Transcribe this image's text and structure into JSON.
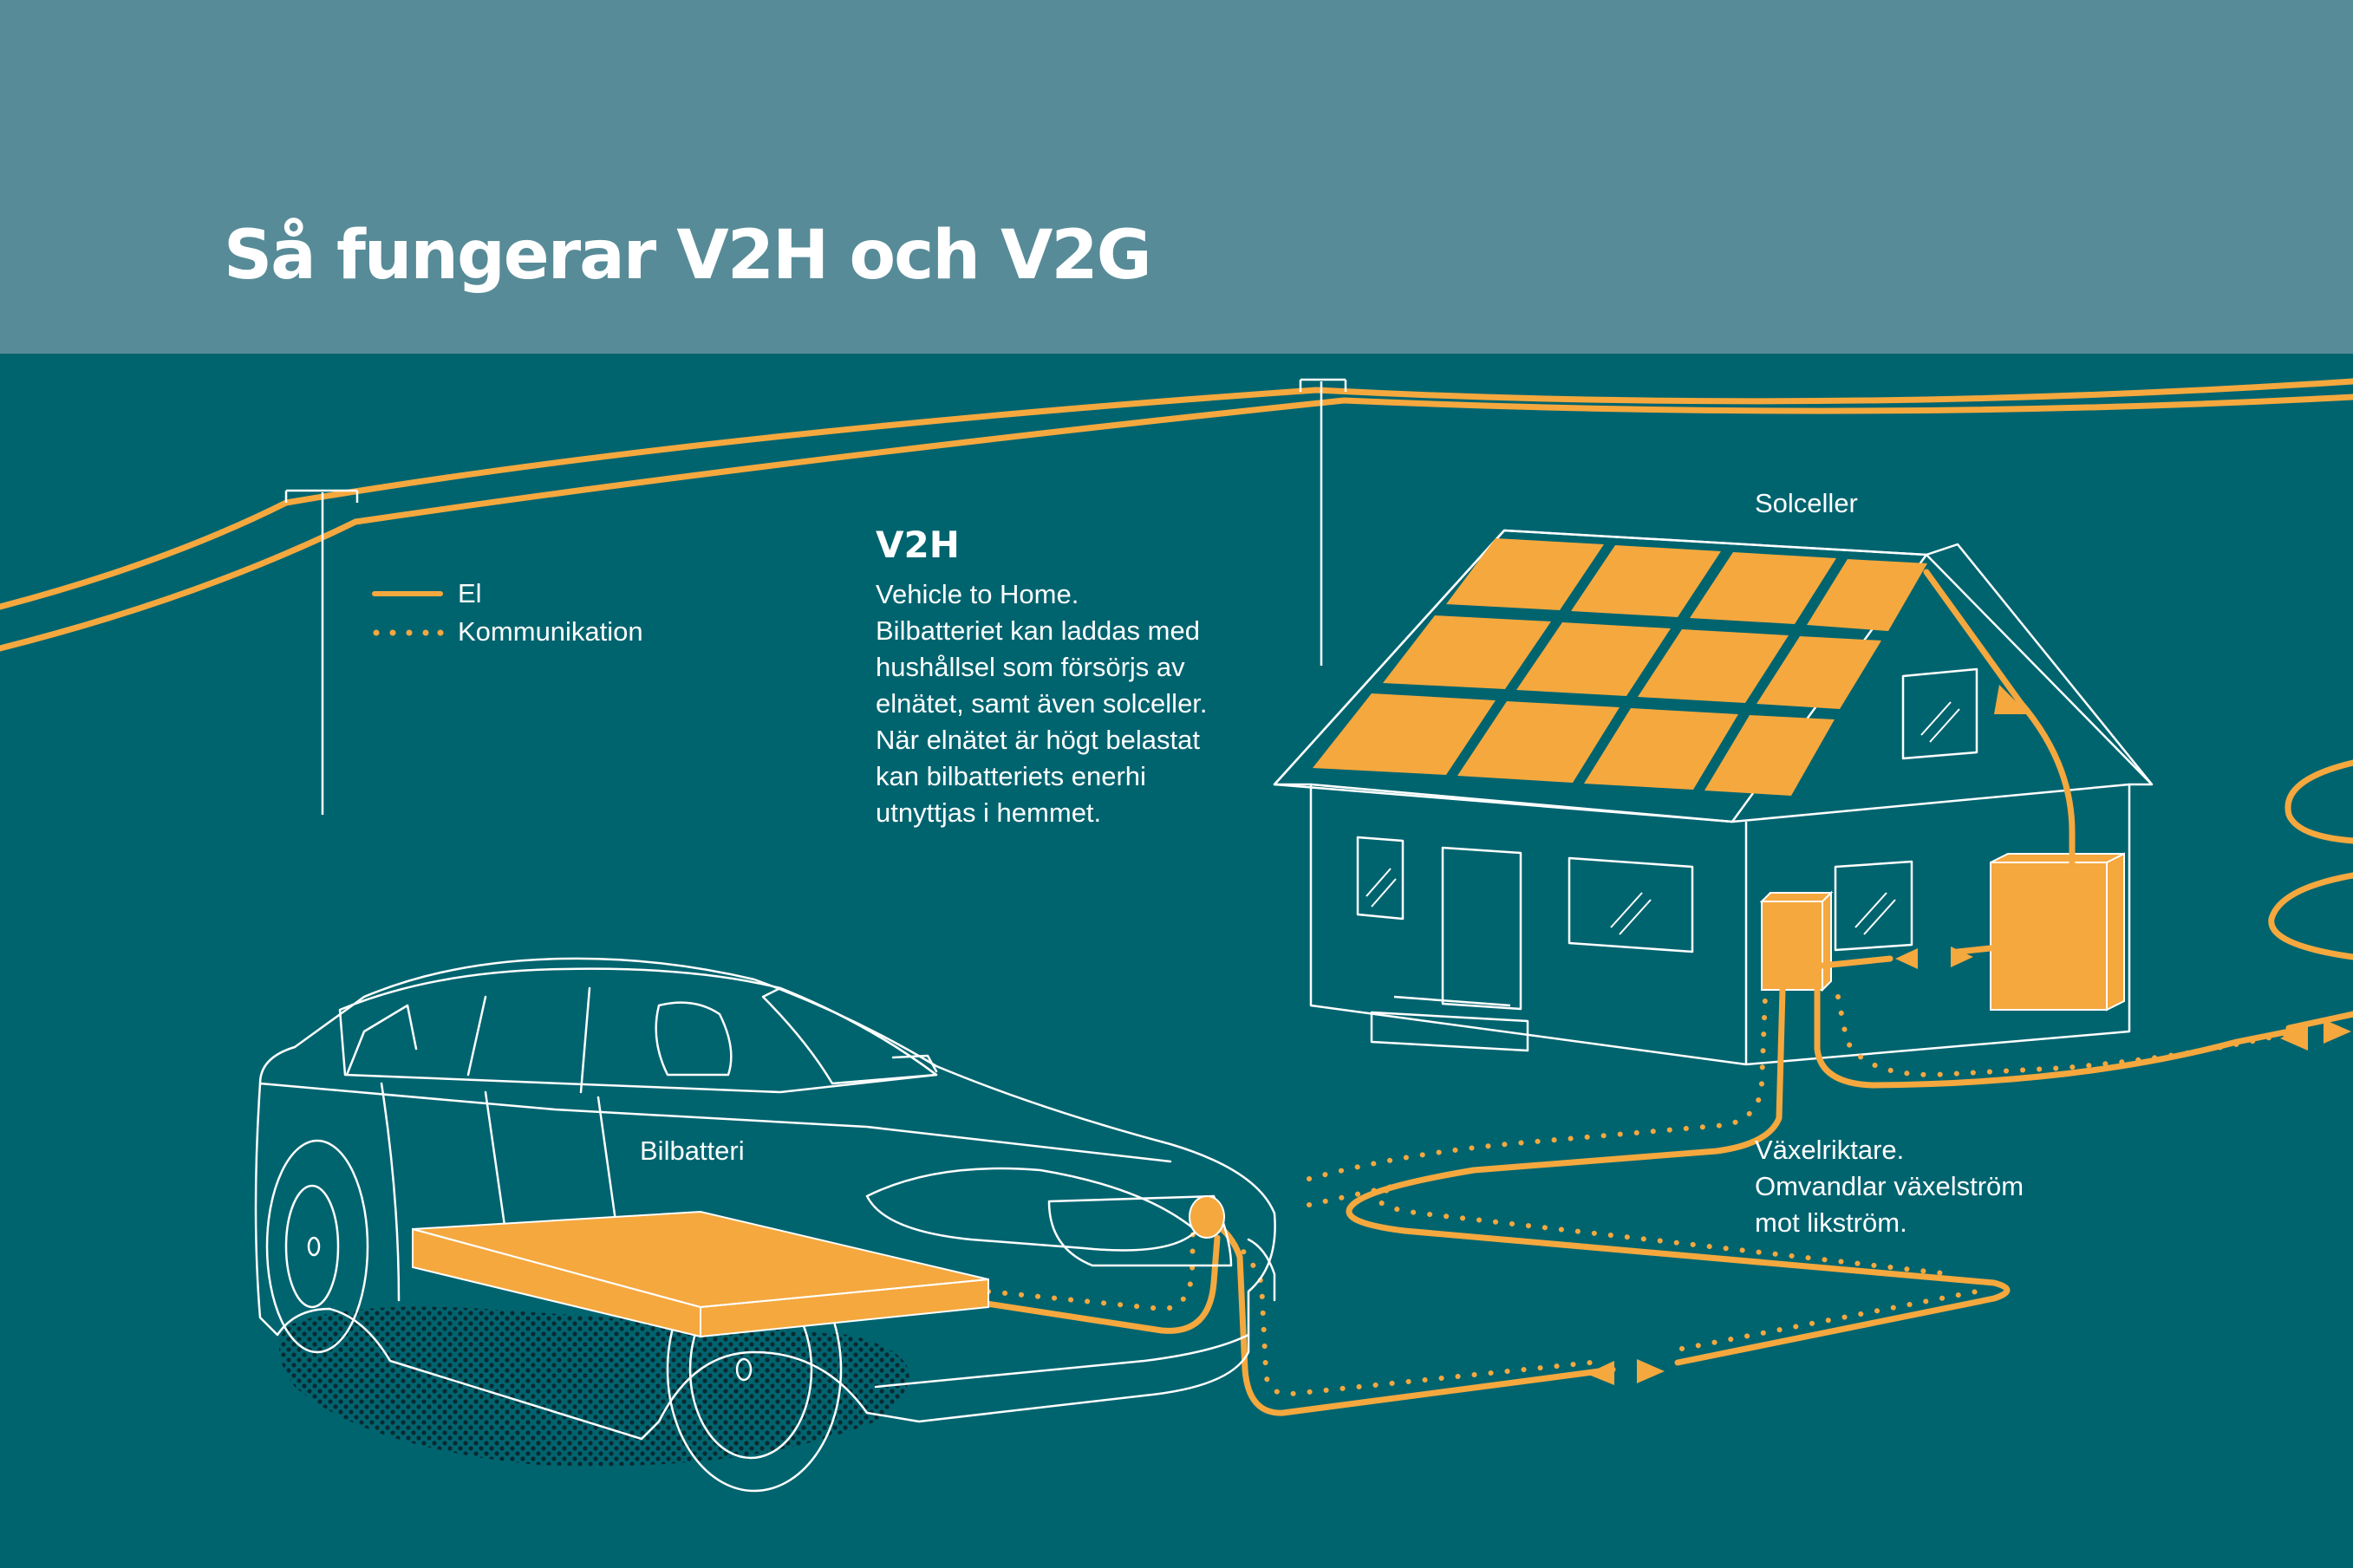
{
  "title": "Så fungerar V2H och V2G",
  "legend": {
    "electricity": "El",
    "communication": "Kommunikation"
  },
  "v2h": {
    "heading": "V2H",
    "lines": [
      "Vehicle to Home.",
      "Bilbatteriet kan laddas med",
      "hushållsel som försörjs av",
      "elnätet, samt även solceller.",
      "När elnätet är högt belastat",
      "kan bilbatteriets enerhi",
      "utnyttjas i hemmet."
    ]
  },
  "labels": {
    "solar_cells": "Solceller",
    "car_battery": "Bilbatteri",
    "inverter": [
      "Växelriktare.",
      "Omvandlar växelström",
      "mot likström."
    ]
  },
  "colors": {
    "header": "#578b98",
    "background": "#00646f",
    "accent": "#f5a83e",
    "line": "#ffffff"
  }
}
